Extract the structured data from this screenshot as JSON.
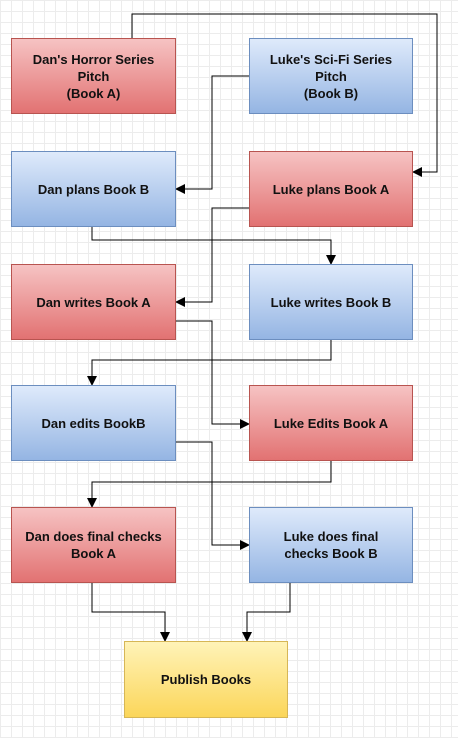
{
  "diagram": {
    "nodes": {
      "dan_pitch": {
        "label": "Dan's Horror Series\nPitch\n(Book A)",
        "color": "#e87a7a"
      },
      "luke_pitch": {
        "label": "Luke's Sci-Fi Series\nPitch\n(Book B)",
        "color": "#a9c4eb"
      },
      "dan_plan": {
        "label": "Dan plans Book B",
        "color": "#a9c4eb"
      },
      "luke_plan": {
        "label": "Luke plans Book A",
        "color": "#e87a7a"
      },
      "dan_write": {
        "label": "Dan writes Book A",
        "color": "#e87a7a"
      },
      "luke_write": {
        "label": "Luke writes Book B",
        "color": "#a9c4eb"
      },
      "dan_edit": {
        "label": "Dan edits BookB",
        "color": "#a9c4eb"
      },
      "luke_edit": {
        "label": "Luke Edits Book A",
        "color": "#e87a7a"
      },
      "dan_final": {
        "label": "Dan does final checks\nBook A",
        "color": "#e87a7a"
      },
      "luke_final": {
        "label": "Luke does final\nchecks Book B",
        "color": "#a9c4eb"
      },
      "publish": {
        "label": "Publish Books",
        "color": "#fbd65a"
      }
    },
    "edges": [
      {
        "from": "dan_pitch",
        "to": "luke_plan"
      },
      {
        "from": "luke_pitch",
        "to": "dan_plan"
      },
      {
        "from": "luke_plan",
        "to": "dan_write"
      },
      {
        "from": "dan_plan",
        "to": "luke_write"
      },
      {
        "from": "dan_write",
        "to": "luke_edit"
      },
      {
        "from": "luke_write",
        "to": "dan_edit"
      },
      {
        "from": "dan_edit",
        "to": "luke_final"
      },
      {
        "from": "luke_edit",
        "to": "dan_final"
      },
      {
        "from": "dan_final",
        "to": "publish"
      },
      {
        "from": "luke_final",
        "to": "publish"
      }
    ]
  }
}
